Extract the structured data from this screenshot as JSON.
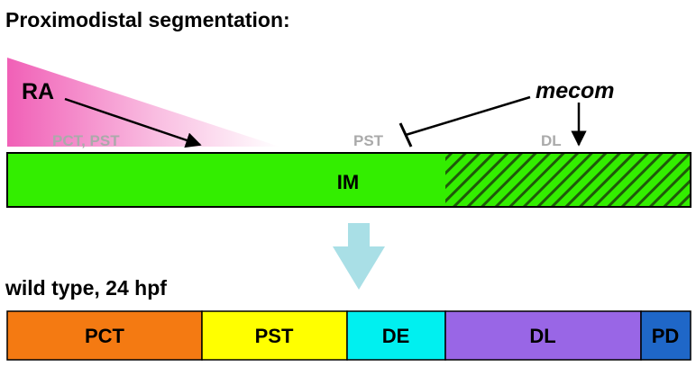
{
  "title": "Proximodistal segmentation:",
  "signals": {
    "ra_label": "RA",
    "mecom_label": "mecom",
    "ra_targets_label": "PCT, PST",
    "pst_label": "PST",
    "dl_label": "DL"
  },
  "im_bar": {
    "label": "IM",
    "fill_color": "#33ee00",
    "hatch_color": "#1f5a0a"
  },
  "gradient_color": "#ee44aa",
  "transition_arrow_color": "#a9dfe6",
  "wild_type": {
    "label": "wild type, 24 hpf",
    "segments": [
      {
        "label": "PCT",
        "color": "#f47a12"
      },
      {
        "label": "PST",
        "color": "#ffff00"
      },
      {
        "label": "DE",
        "color": "#00f0f0"
      },
      {
        "label": "DL",
        "color": "#9966e6"
      },
      {
        "label": "PD",
        "color": "#1f67c8"
      }
    ]
  }
}
